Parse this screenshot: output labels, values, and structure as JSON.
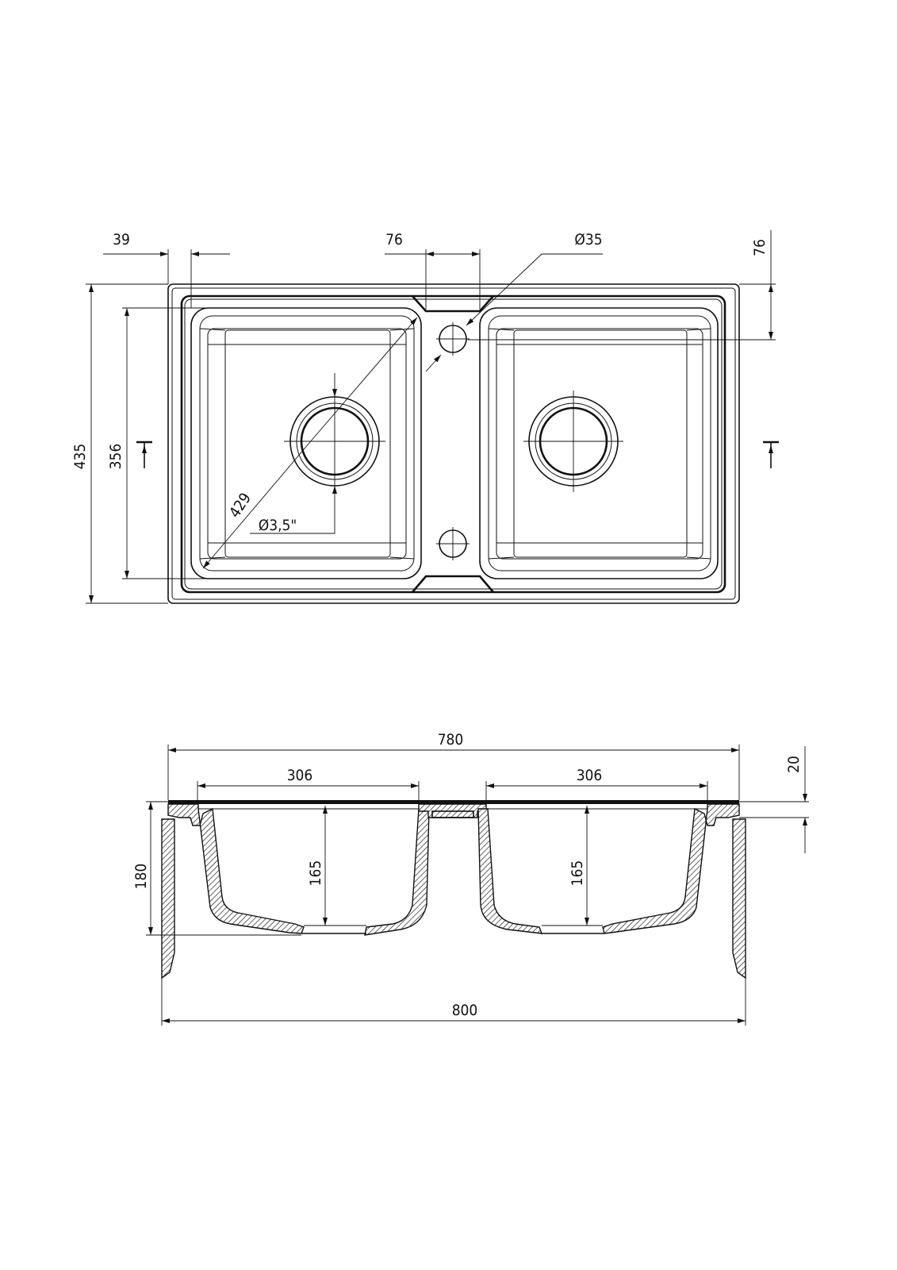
{
  "top_view": {
    "dim_offset_left": "39",
    "dim_bridge_width": "76",
    "dim_tap_hole": "Ø35",
    "dim_tap_offset": "76",
    "dim_total_depth": "435",
    "dim_bowl_depth": "356",
    "dim_diagonal": "429",
    "dim_drain": "Ø3,5\""
  },
  "section_view": {
    "dim_overall_width": "780",
    "dim_bowl_left_width": "306",
    "dim_bowl_right_width": "306",
    "dim_rim_height": "20",
    "dim_total_height": "180",
    "dim_bowl_left_depth": "165",
    "dim_bowl_right_depth": "165",
    "dim_cutout_width": "800"
  }
}
